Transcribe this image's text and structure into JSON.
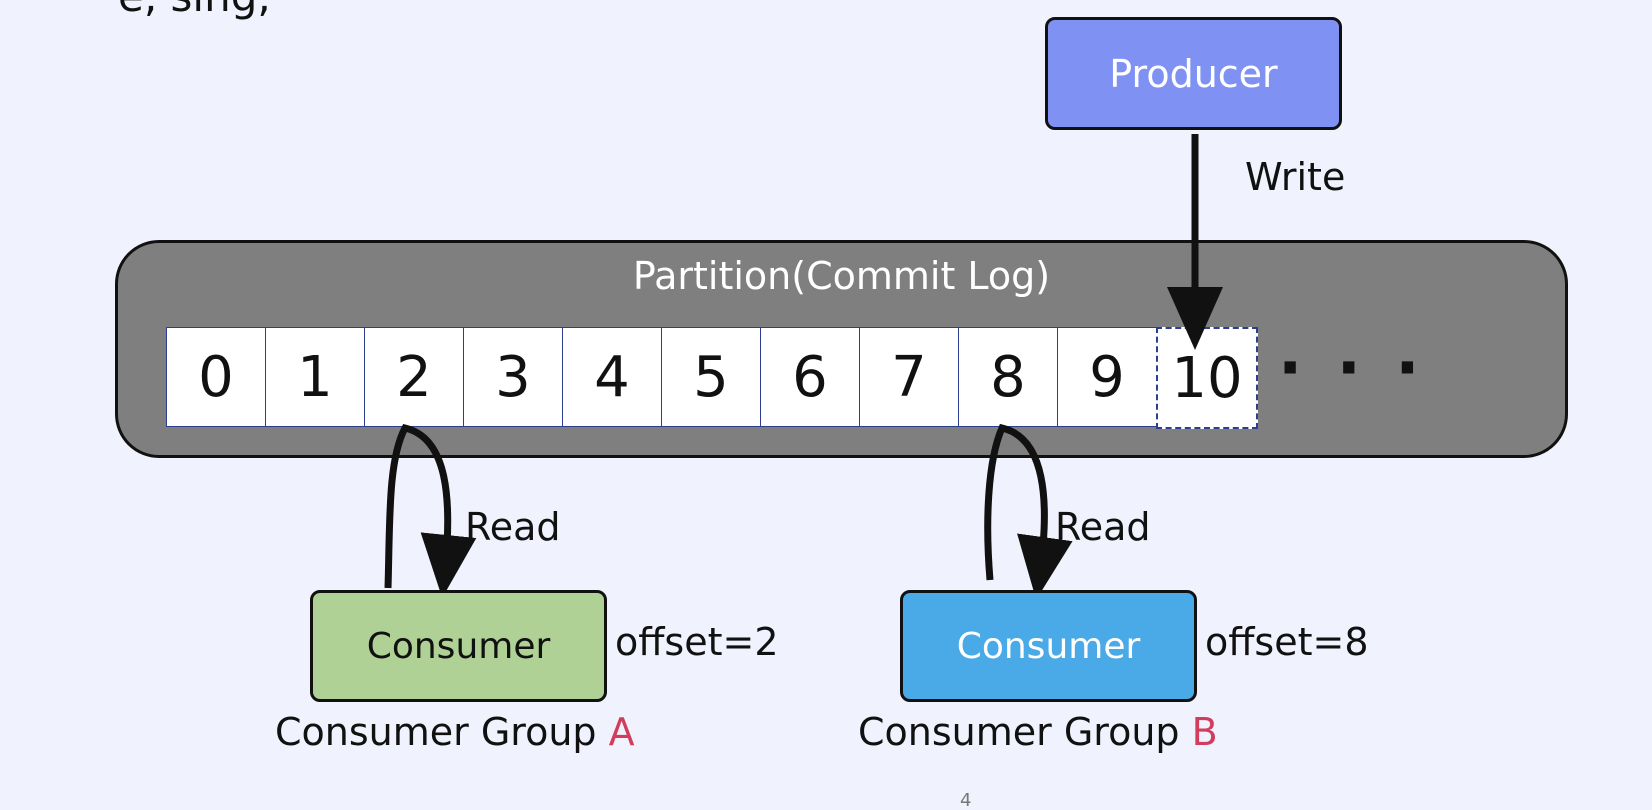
{
  "top_text": "e, sing,",
  "producer": {
    "label": "Producer"
  },
  "write_label": "Write",
  "partition": {
    "title": "Partition(Commit Log)",
    "cells": [
      "0",
      "1",
      "2",
      "3",
      "4",
      "5",
      "6",
      "7",
      "8",
      "9",
      "10"
    ],
    "ellipsis": "· · ·"
  },
  "consumers": [
    {
      "label": "Consumer",
      "offset": "offset=2",
      "read_label": "Read",
      "group_prefix": "Consumer Group ",
      "group_letter": "A",
      "color": "#b0d196"
    },
    {
      "label": "Consumer",
      "offset": "offset=8",
      "read_label": "Read",
      "group_prefix": "Consumer Group ",
      "group_letter": "B",
      "color": "#4aa9e7"
    }
  ],
  "page_number": "4"
}
